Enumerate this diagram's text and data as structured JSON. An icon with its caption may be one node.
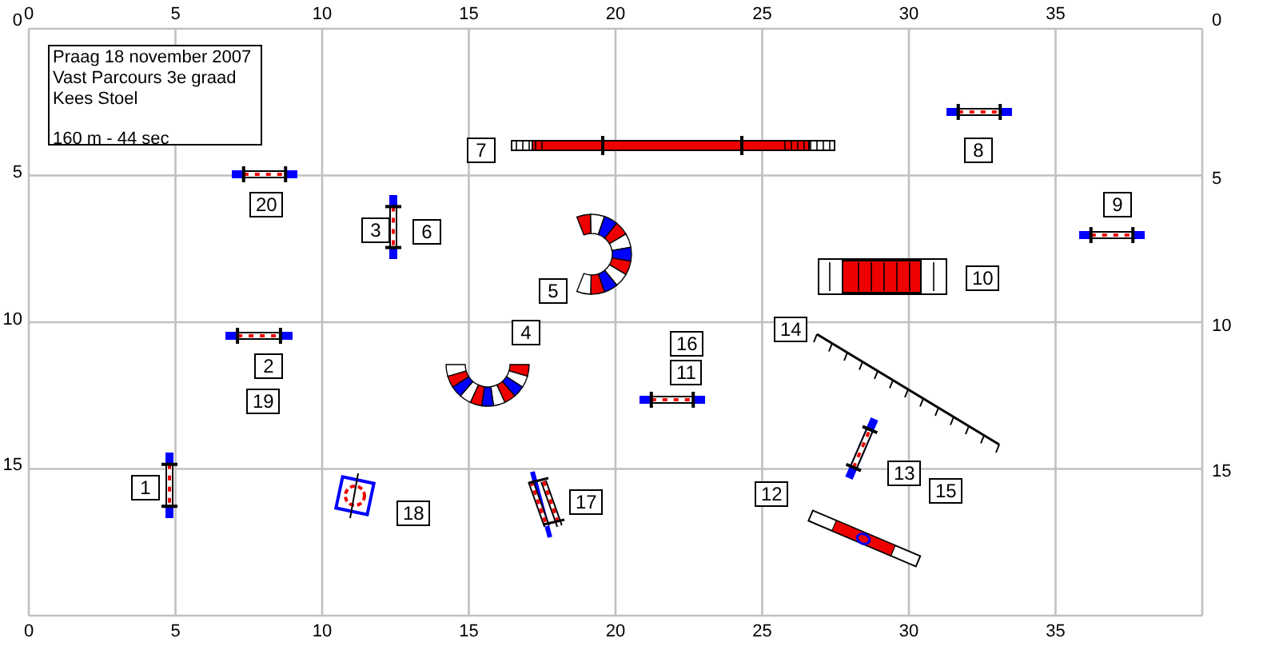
{
  "diagram": {
    "nodes": [
      {
        "text": [
          "Praag 18 november 2007",
          "Vast Parcours 3e graad",
          "Kees Stoel",
          "160 m - 44 sec"
        ]
      },
      {
        "text": [
          "7"
        ]
      },
      {
        "text": [
          "8"
        ]
      },
      {
        "text": [
          "20"
        ]
      },
      {
        "text": [
          "9"
        ]
      },
      {
        "text": [
          "3"
        ]
      },
      {
        "text": [
          "6"
        ]
      },
      {
        "text": [
          "10"
        ]
      },
      {
        "text": [
          "5"
        ]
      },
      {
        "text": [
          "14"
        ]
      },
      {
        "text": [
          "4"
        ]
      },
      {
        "text": [
          "16"
        ]
      },
      {
        "text": [
          "2"
        ]
      },
      {
        "text": [
          "11"
        ]
      },
      {
        "text": [
          "19"
        ]
      },
      {
        "text": [
          "13"
        ]
      },
      {
        "text": [
          "1"
        ]
      },
      {
        "text": [
          "15"
        ]
      },
      {
        "text": [
          "12"
        ]
      },
      {
        "text": [
          "17"
        ]
      },
      {
        "text": [
          "18"
        ]
      }
    ],
    "labels": [
      "0",
      "5",
      "10",
      "15",
      "20",
      "25",
      "30",
      "35",
      "0",
      "5",
      "10",
      "15",
      "0",
      "5",
      "10",
      "15",
      "0",
      "5",
      "10",
      "15",
      "20",
      "25",
      "30",
      "35"
    ]
  }
}
